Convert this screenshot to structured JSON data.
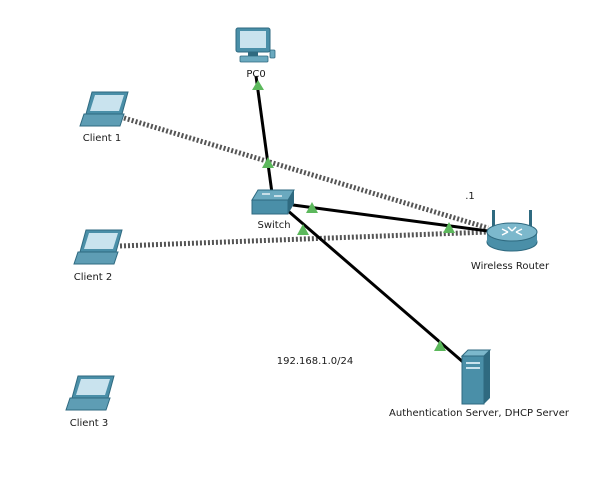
{
  "network": {
    "subnet_label": "192.168.1.0/24",
    "gateway_label": ".1"
  },
  "devices": {
    "pc0": {
      "label": "PC0",
      "icon": "desktop-pc-icon"
    },
    "client1": {
      "label": "Client 1",
      "icon": "laptop-icon"
    },
    "client2": {
      "label": "Client 2",
      "icon": "laptop-icon"
    },
    "client3": {
      "label": "Client 3",
      "icon": "laptop-icon"
    },
    "switch": {
      "label": "Switch",
      "icon": "switch-icon"
    },
    "router": {
      "label": "Wireless Router",
      "icon": "wireless-router-icon"
    },
    "server": {
      "label": "Authentication Server, DHCP Server",
      "icon": "server-icon"
    }
  },
  "colors": {
    "device_body": "#4a8fa8",
    "device_screen": "#c9e3ee",
    "device_dark": "#2f6a80",
    "link_up": "#5cb85c",
    "cable": "#000000",
    "wireless_link": "#555555"
  }
}
